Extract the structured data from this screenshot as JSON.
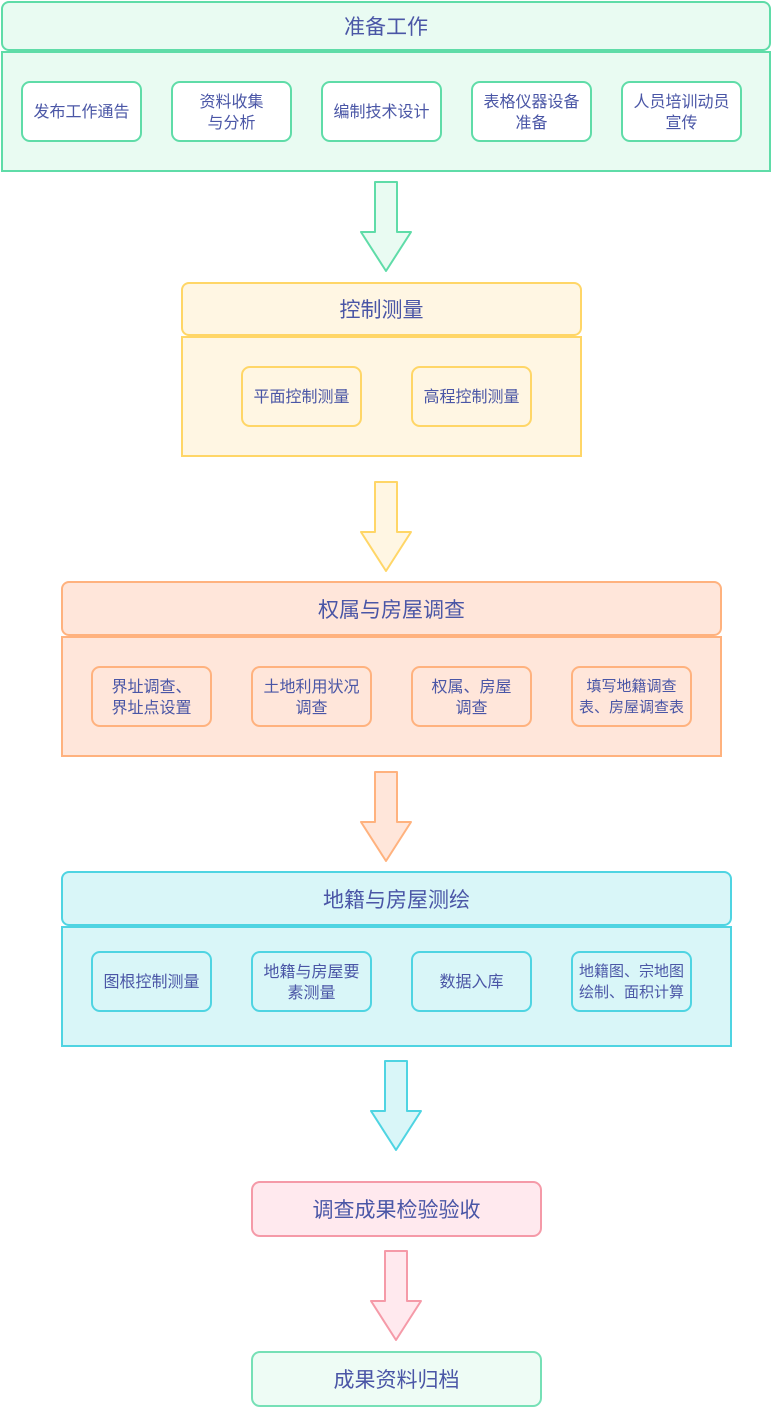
{
  "sections": [
    {
      "title": "准备工作",
      "items": [
        "发布工作通告",
        "资料收集\n与分析",
        "编制技术设计",
        "表格仪器设备\n准备",
        "人员培训动员\n宣传"
      ]
    },
    {
      "title": "控制测量",
      "items": [
        "平面控制测量",
        "高程控制测量"
      ]
    },
    {
      "title": "权属与房屋调查",
      "items": [
        "界址调查、\n界址点设置",
        "土地利用状况\n调查",
        "权属、房屋\n调查",
        "填写地籍调查\n表、房屋调查表"
      ]
    },
    {
      "title": "地籍与房屋测绘",
      "items": [
        "图根控制测量",
        "地籍与房屋要\n素测量",
        "数据入库",
        "地籍图、宗地图\n绘制、面积计算"
      ]
    }
  ],
  "steps": [
    "调查成果检验验收",
    "成果资料归档"
  ],
  "colors": {
    "green": "#5fdca8",
    "yellow": "#ffd667",
    "orange": "#ffb27e",
    "cyan": "#4fd4e2",
    "pink": "#f59aa8",
    "text": "#4a56a6"
  }
}
